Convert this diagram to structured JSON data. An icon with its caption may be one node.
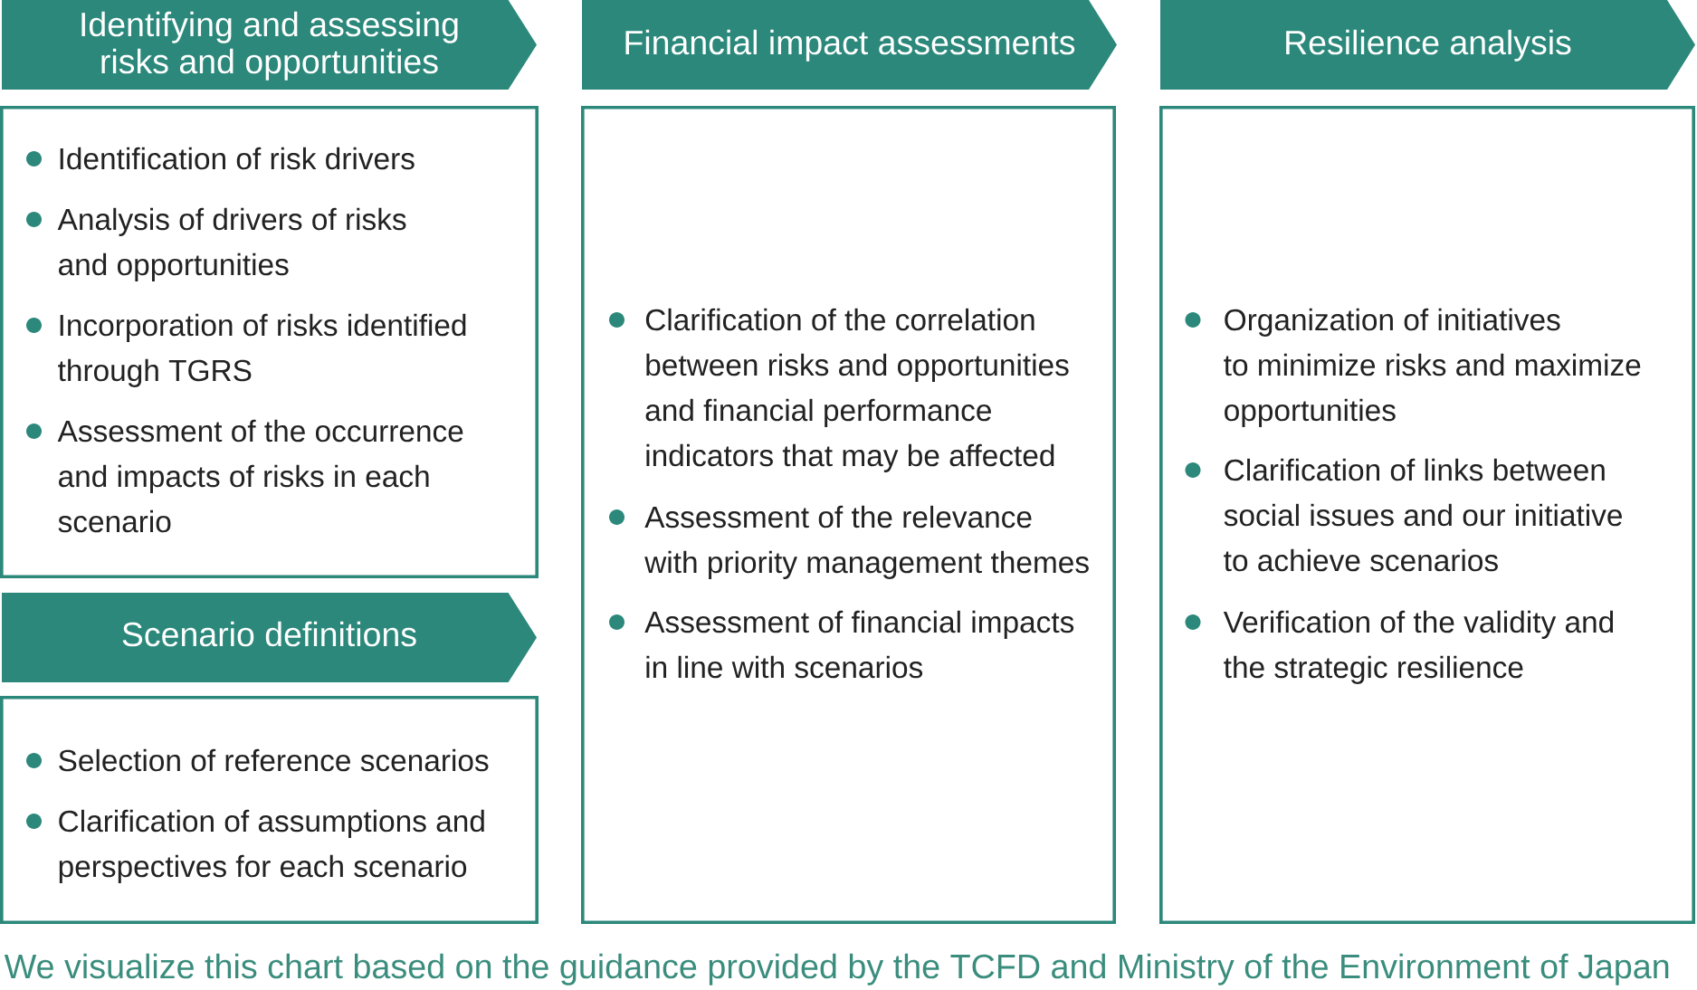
{
  "diagram": {
    "nodes": [
      {
        "text": [
          "Identifying and assessing risks and opportunities"
        ]
      },
      {
        "text": [
          "Identification of risk drivers",
          "Analysis of drivers of risks and opportunities",
          "Incorporation of risks identified through TGRS",
          "Assessment of the occurrence and impacts of risks in each scenario"
        ]
      },
      {
        "text": [
          "Scenario definitions"
        ]
      },
      {
        "text": [
          "Selection of reference scenarios",
          "Clarification of assumptions and perspectives for each scenario"
        ]
      },
      {
        "text": [
          "Financial impact assessments"
        ]
      },
      {
        "text": [
          "Clarification of the correlation between risks and opportunities and financial performance indicators that may be affected",
          "Assessment of the relevance with priority management themes",
          "Assessment of financial impacts in line with scenarios"
        ]
      },
      {
        "text": [
          "Resilience analysis"
        ]
      },
      {
        "text": [
          "Organization of initiatives to minimize risks and maximize opportunities",
          "Clarification of links between social issues and our initiative to achieve scenarios",
          "Verification of the validity and the strategic resilience"
        ]
      }
    ],
    "caption": "We visualize this chart based on the guidance provided by the TCFD and Ministry of the Environment of Japan"
  }
}
